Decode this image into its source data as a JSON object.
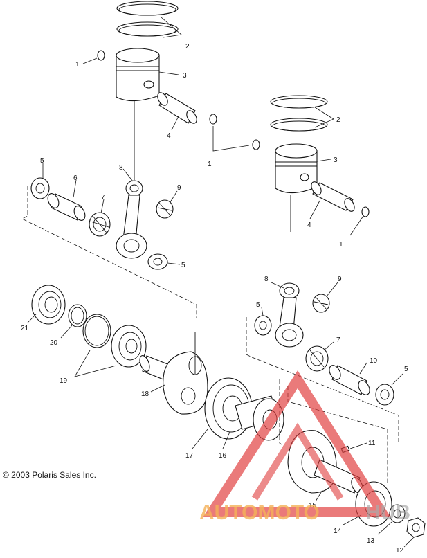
{
  "copyright": "© 2003 Polaris Sales Inc.",
  "callouts": {
    "top_ring": "2",
    "top_piston": "3",
    "top_clip": "1",
    "top_pin": "4",
    "right_ring": "2",
    "right_piston": "3",
    "mid_clip": "1",
    "right_pin": "4",
    "right_clip": "1",
    "left_washer_top": "5",
    "left_spacer": "6",
    "left_bearing": "7",
    "left_rod": "8",
    "left_needle": "9",
    "left_washer_bot": "5",
    "right_rod": "8",
    "right_needle": "9",
    "right_washer_left": "5",
    "right_bearing": "7",
    "right_spacer": "10",
    "right_washer_right": "5",
    "key": "11",
    "nut": "12",
    "washer_13": "13",
    "seal_14": "14",
    "crank_half": "15",
    "flywheel_16": "16",
    "crank_17": "17",
    "crank_18": "18",
    "ring_19": "19",
    "snap_20": "20",
    "bearing_21": "21"
  },
  "watermark": {
    "text_left": "AUTOMOTO",
    "text_right": "HUB",
    "color_red": "#e03c3c",
    "color_orange": "#f2a33a"
  }
}
